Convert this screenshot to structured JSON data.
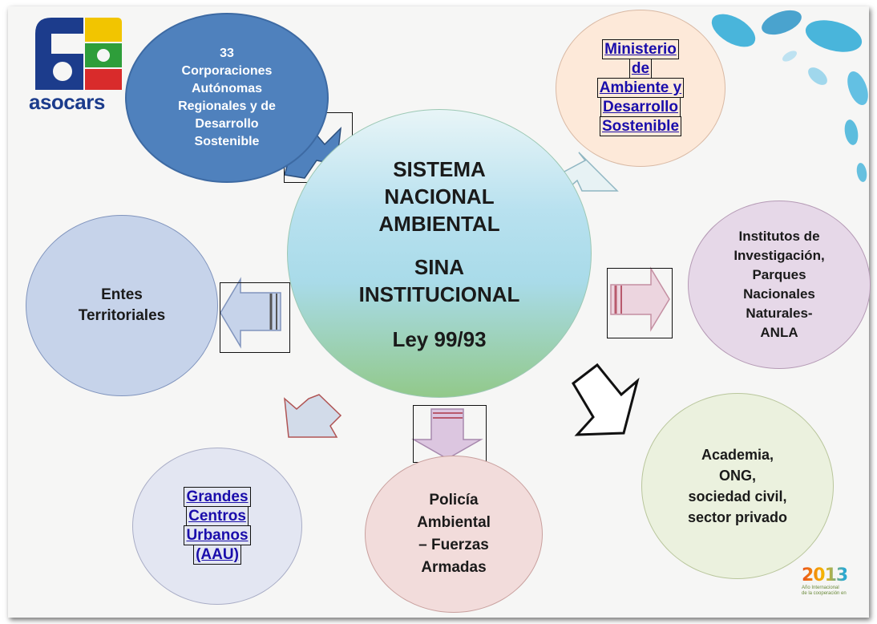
{
  "logo": {
    "text": "asocars"
  },
  "center": {
    "title_lines": [
      "SISTEMA",
      "NACIONAL",
      "AMBIENTAL"
    ],
    "subtitle_lines": [
      "SINA",
      "INSTITUCIONAL"
    ],
    "law": "Ley 99/93"
  },
  "nodes": {
    "car": {
      "lines": [
        "33",
        "Corporaciones",
        "Autónomas",
        "Regionales y de",
        "Desarrollo",
        "Sostenible"
      ]
    },
    "ministerio": {
      "lines": [
        "Ministerio",
        "de",
        "Ambiente y",
        "Desarrollo",
        "Sostenible"
      ]
    },
    "institutos": {
      "lines": [
        "Institutos de",
        "Investigación,",
        "Parques",
        "Nacionales",
        "Naturales-",
        "ANLA"
      ]
    },
    "academia": {
      "lines": [
        "Academia,",
        "ONG,",
        "sociedad civil,",
        "sector privado"
      ]
    },
    "policia": {
      "lines": [
        "Policía",
        "Ambiental",
        "– Fuerzas",
        "Armadas"
      ]
    },
    "grandes": {
      "lines": [
        "Grandes",
        "Centros",
        "Urbanos",
        "(AAU)"
      ]
    },
    "entes": {
      "lines": [
        "Entes",
        "Territoriales"
      ]
    }
  },
  "badge": {
    "year": "2013",
    "caption_lines": [
      "Año Internacional",
      "de la cooperación en"
    ]
  },
  "colors": {
    "car": "#4f81bd",
    "ministerio": "#fde9d9",
    "institutos": "#e6d8e8",
    "academia": "#ebf1de",
    "policia": "#f2dcdb",
    "grandes": "#e3e6f2",
    "entes": "#c6d3ea",
    "link": "#1a0dab"
  }
}
